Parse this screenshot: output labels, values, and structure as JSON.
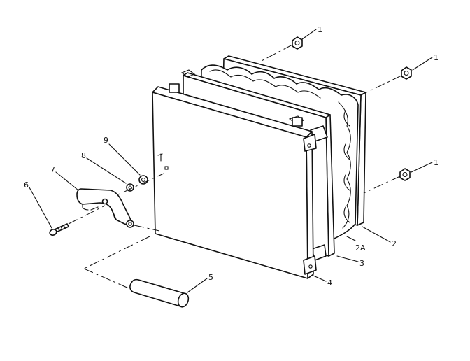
{
  "callouts": [
    {
      "id": "c1a",
      "text": "1"
    },
    {
      "id": "c1b",
      "text": "1"
    },
    {
      "id": "c1c",
      "text": "1"
    },
    {
      "id": "c2",
      "text": "2"
    },
    {
      "id": "c2a",
      "text": "2A"
    },
    {
      "id": "c3",
      "text": "3"
    },
    {
      "id": "c4",
      "text": "4"
    },
    {
      "id": "c5",
      "text": "5"
    },
    {
      "id": "c6",
      "text": "6"
    },
    {
      "id": "c7",
      "text": "7"
    },
    {
      "id": "c8",
      "text": "8"
    },
    {
      "id": "c9",
      "text": "9"
    }
  ]
}
